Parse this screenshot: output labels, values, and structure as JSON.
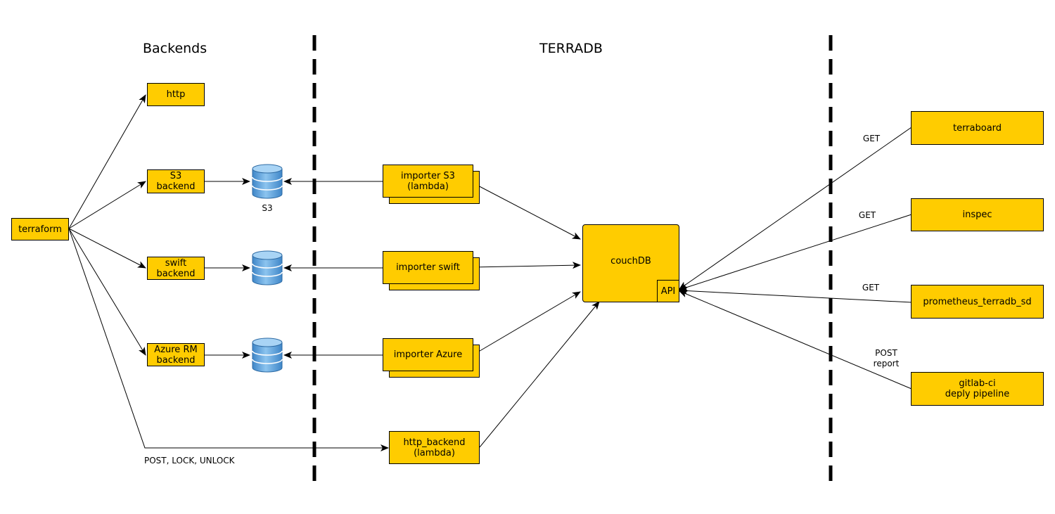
{
  "headers": {
    "backends": "Backends",
    "terradb": "TERRADB"
  },
  "colors": {
    "box_fill": "#ffcc00",
    "stroke": "#000000",
    "db_blue": "#5ea6de"
  },
  "nodes": {
    "terraform": "terraform",
    "http": "http",
    "s3_backend": "S3\nbackend",
    "swift_backend": "swift\nbackend",
    "azure_backend": "Azure RM\nbackend",
    "importer_s3": "importer S3\n(lambda)",
    "importer_swift": "importer swift",
    "importer_azure": "importer Azure",
    "http_backend": "http_backend\n(lambda)",
    "couchdb": "couchDB",
    "api": "API",
    "terraboard": "terraboard",
    "inspec": "inspec",
    "prometheus": "prometheus_terradb_sd",
    "gitlab": "gitlab-ci\ndeply pipeline"
  },
  "databases": {
    "s3": "S3"
  },
  "edges": {
    "post_lock_unlock": "POST, LOCK, UNLOCK",
    "get_terraboard": "GET",
    "get_inspec": "GET",
    "get_prometheus": "GET",
    "post_report": "POST\nreport"
  }
}
